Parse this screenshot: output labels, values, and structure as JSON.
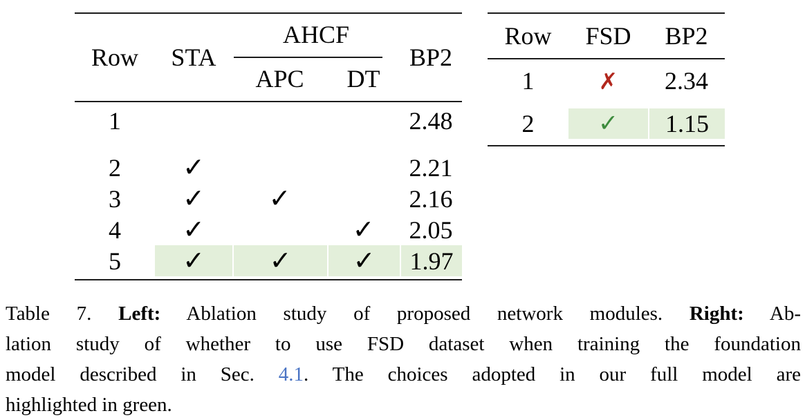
{
  "colors": {
    "highlight_green": "#e3efda",
    "cross_red": "#b2271d",
    "check_green": "#3d8b3d",
    "link_blue": "#4a74c4",
    "rule": "#1c1c1c",
    "text": "#000000"
  },
  "left_table": {
    "headers": {
      "row": "Row",
      "sta": "STA",
      "group": "AHCF",
      "apc": "APC",
      "dt": "DT",
      "bp2": "BP2"
    },
    "rows": [
      {
        "row": "1",
        "sta": "",
        "apc": "",
        "dt": "",
        "bp2": "2.48"
      },
      {
        "row": "2",
        "sta": "✓",
        "apc": "",
        "dt": "",
        "bp2": "2.21"
      },
      {
        "row": "3",
        "sta": "✓",
        "apc": "✓",
        "dt": "",
        "bp2": "2.16"
      },
      {
        "row": "4",
        "sta": "✓",
        "apc": "",
        "dt": "✓",
        "bp2": "2.05"
      },
      {
        "row": "5",
        "sta": "✓",
        "apc": "✓",
        "dt": "✓",
        "bp2": "1.97"
      }
    ]
  },
  "right_table": {
    "headers": {
      "row": "Row",
      "fsd": "FSD",
      "bp2": "BP2"
    },
    "rows": [
      {
        "row": "1",
        "fsd": "✗",
        "bp2": "2.34"
      },
      {
        "row": "2",
        "fsd": "✓",
        "bp2": "1.15"
      }
    ]
  },
  "caption": {
    "line1": {
      "t1": "Table 7. ",
      "bold1": "Left:",
      "t2": " Ablation study of proposed network modules. ",
      "bold2": "Right:",
      "t3": " Ab-"
    },
    "line2": "lation study of whether to use FSD dataset when training the foundation",
    "line3": {
      "t1": "model described in Sec. ",
      "link": "4.1",
      "t2": ". The choices adopted in our full model are"
    },
    "line4": "highlighted in green."
  }
}
